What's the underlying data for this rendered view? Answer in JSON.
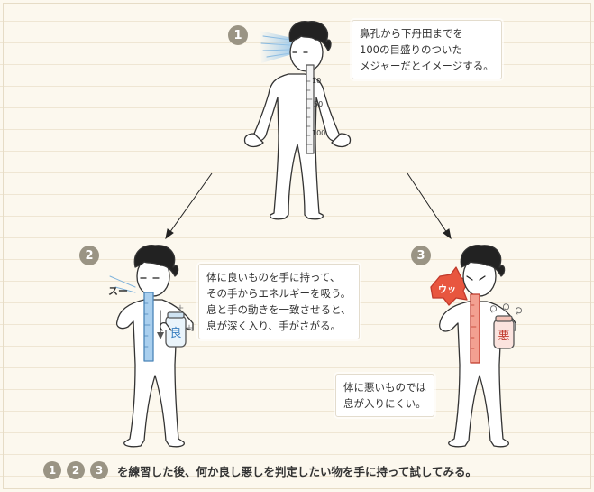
{
  "steps": [
    {
      "number": "1",
      "lines": [
        "鼻孔から下丹田までを",
        "100の目盛りのついた",
        "メジャーだとイメージする。"
      ]
    },
    {
      "number": "2",
      "lines": [
        "体に良いものを手に持って、",
        "その手からエネルギーを吸う。",
        "息と手の動きを一致させると、",
        "息が深く入り、手がさがる。"
      ]
    },
    {
      "number": "3",
      "lines": [
        "体に悪いものでは",
        "息が入りにくい。"
      ]
    }
  ],
  "ruler_ticks": [
    "10",
    "50",
    "100"
  ],
  "sound_effects": {
    "inhale": "スー",
    "choke": "ウッ"
  },
  "jar_labels": {
    "good": "良",
    "bad": "悪"
  },
  "footer": {
    "numbers": [
      "1",
      "2",
      "3"
    ],
    "text": "を練習した後、何か良し悪しを判定したい物を手に持って試してみる。"
  },
  "colors": {
    "badge": "#9a9484",
    "good_ruler": "#6aa6d2",
    "bad_ruler": "#e6786a",
    "ink": "#333333"
  }
}
